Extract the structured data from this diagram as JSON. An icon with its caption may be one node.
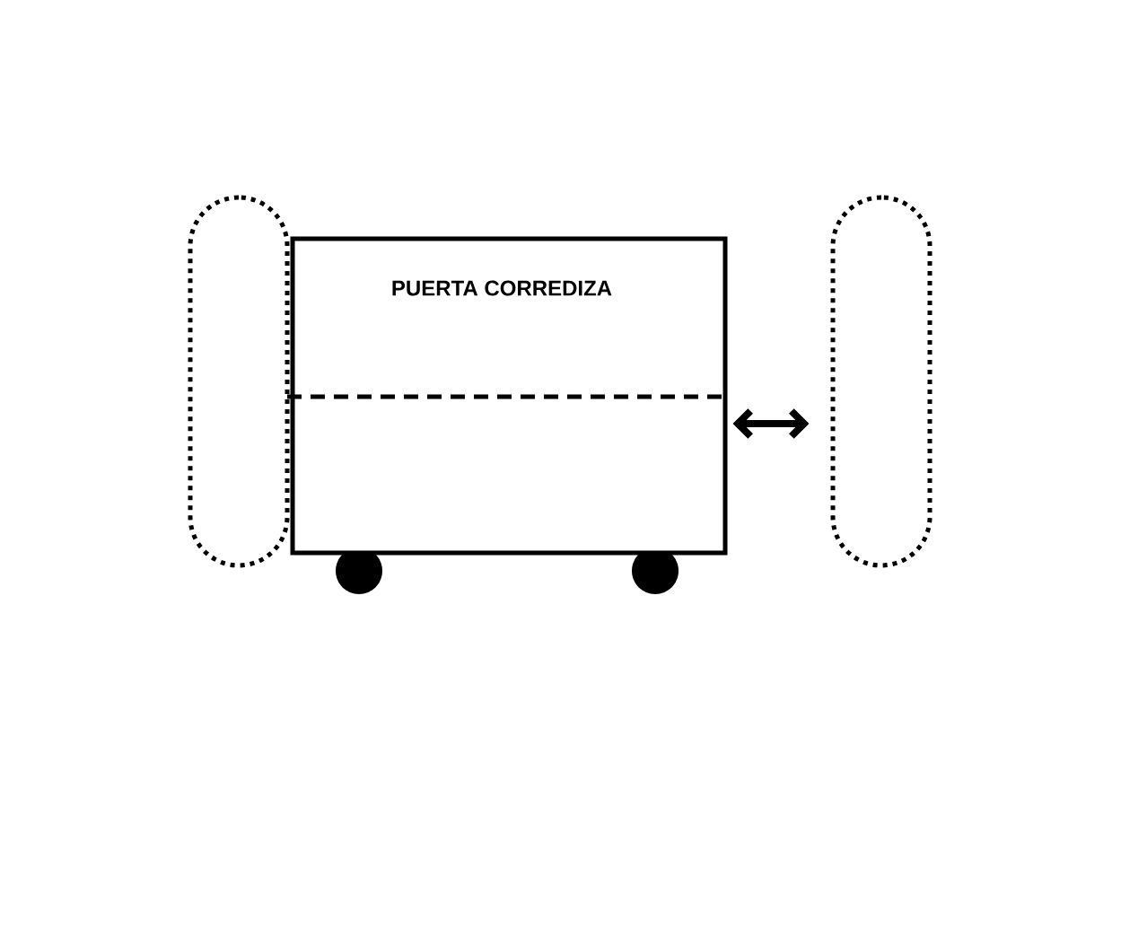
{
  "diagram": {
    "nodes": [
      {
        "text": [
          "PUERTA CORREDIZA"
        ]
      },
      {
        "text": [],
        "shape": "capsule"
      },
      {
        "text": [],
        "shape": "capsule"
      }
    ],
    "edges": [
      {
        "from": 0,
        "to": 2,
        "arrow": "both"
      }
    ]
  }
}
